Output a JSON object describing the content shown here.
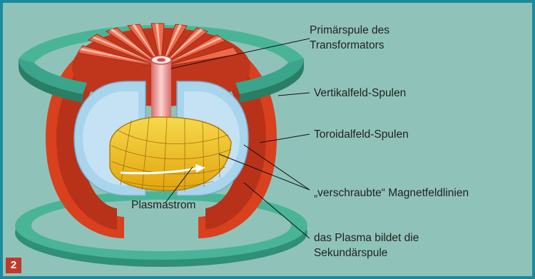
{
  "figure_number": "2",
  "labels": {
    "primary_coil": "Primärspule des\nTransformators",
    "vertical_field_coils": "Vertikalfeld-Spulen",
    "toroidal_field_coils": "Toroidalfeld-Spulen",
    "twisted_field_lines": "„verschraubte“ Magnetfeldlinien",
    "plasma_current": "Plasmastrom",
    "plasma_secondary": "das Plasma bildet die\nSekundärspule"
  },
  "colors": {
    "background": "#8fc3ba",
    "border": "#1a8a9c",
    "vertical_coil": "#3aa58a",
    "toroidal_coil": "#d9401e",
    "vessel": "#a8d4ec",
    "plasma": "#f2c21a",
    "central_solenoid": "#e88a8a"
  }
}
